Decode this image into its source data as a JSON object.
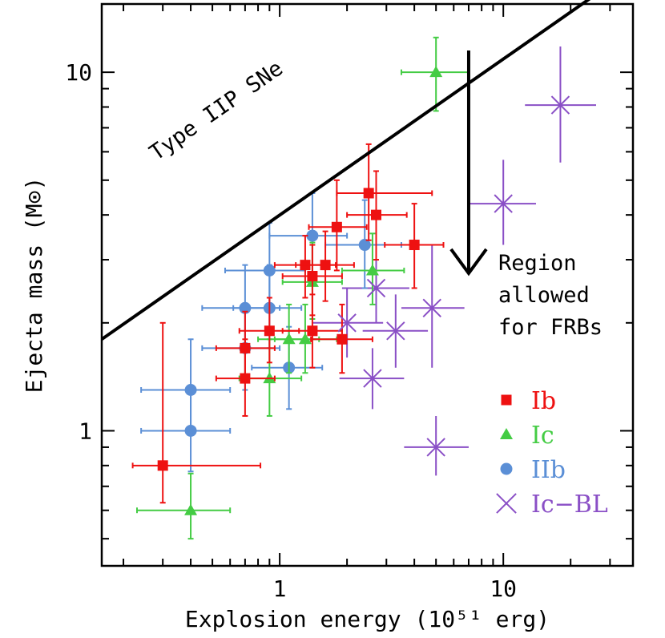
{
  "chart_data": {
    "type": "scatter",
    "xscale": "log",
    "yscale": "log",
    "xlim": [
      0.16,
      38
    ],
    "ylim": [
      0.42,
      15.5
    ],
    "xlabel": "Explosion energy (10⁵¹ erg)",
    "ylabel": "Ejecta mass (M⊙)",
    "x_ticks": [
      1,
      10
    ],
    "x_tick_labels": [
      "1",
      "10"
    ],
    "y_ticks": [
      1,
      10
    ],
    "y_tick_labels": [
      "1",
      "10"
    ],
    "legend": {
      "placement": "lower-right",
      "entries": [
        {
          "label": "Ib",
          "marker": "square",
          "color": "#ee1111"
        },
        {
          "label": "Ic",
          "marker": "triangle",
          "color": "#44cc44"
        },
        {
          "label": "IIb",
          "marker": "circle",
          "color": "#5b8fd6"
        },
        {
          "label": "Ic−BL",
          "marker": "cross",
          "color": "#8a4fc6"
        }
      ]
    },
    "limit_line": {
      "label": "Type IIP SNe",
      "points": [
        [
          0.16,
          1.8
        ],
        [
          26,
          16.5
        ]
      ]
    },
    "arrow": {
      "x": 7,
      "from": 11.5,
      "to": 2.75
    },
    "region_annotation": [
      "Region",
      "allowed",
      "for FRBs"
    ],
    "series": [
      {
        "name": "Ib",
        "marker": "square",
        "color": "#ee1111",
        "points": [
          {
            "x": 0.3,
            "y": 0.8,
            "xerr": [
              0.22,
              0.82
            ],
            "yerr": [
              0.63,
              2.0
            ]
          },
          {
            "x": 0.7,
            "y": 1.4,
            "xerr": [
              0.52,
              0.95
            ],
            "yerr": [
              1.1,
              1.8
            ]
          },
          {
            "x": 0.7,
            "y": 1.7,
            "xerr": [
              0.52,
              0.95
            ],
            "yerr": [
              1.38,
              2.15
            ]
          },
          {
            "x": 0.9,
            "y": 1.9,
            "xerr": [
              0.66,
              1.22
            ],
            "yerr": [
              1.55,
              2.35
            ]
          },
          {
            "x": 1.3,
            "y": 2.9,
            "xerr": [
              0.95,
              1.78
            ],
            "yerr": [
              2.35,
              3.5
            ]
          },
          {
            "x": 1.4,
            "y": 2.7,
            "xerr": [
              1.03,
              1.9
            ],
            "yerr": [
              2.1,
              3.3
            ]
          },
          {
            "x": 1.4,
            "y": 1.9,
            "xerr": [
              1.03,
              1.9
            ],
            "yerr": [
              1.5,
              2.4
            ]
          },
          {
            "x": 1.6,
            "y": 2.9,
            "xerr": [
              1.18,
              2.15
            ],
            "yerr": [
              2.3,
              3.6
            ]
          },
          {
            "x": 1.8,
            "y": 3.7,
            "xerr": [
              1.35,
              2.45
            ],
            "yerr": [
              2.8,
              5.0
            ]
          },
          {
            "x": 1.9,
            "y": 1.8,
            "xerr": [
              1.38,
              2.6
            ],
            "yerr": [
              1.45,
              2.25
            ]
          },
          {
            "x": 2.5,
            "y": 4.6,
            "xerr": [
              1.8,
              4.8
            ],
            "yerr": [
              3.4,
              6.3
            ]
          },
          {
            "x": 2.7,
            "y": 4.0,
            "xerr": [
              2.0,
              3.7
            ],
            "yerr": [
              3.0,
              5.3
            ]
          },
          {
            "x": 4.0,
            "y": 3.3,
            "xerr": [
              2.95,
              5.4
            ],
            "yerr": [
              2.5,
              4.3
            ]
          }
        ]
      },
      {
        "name": "Ic",
        "marker": "triangle",
        "color": "#44cc44",
        "points": [
          {
            "x": 0.4,
            "y": 0.6,
            "xerr": [
              0.23,
              0.6
            ],
            "yerr": [
              0.5,
              0.76
            ]
          },
          {
            "x": 0.9,
            "y": 1.4,
            "xerr": [
              0.66,
              1.25
            ],
            "yerr": [
              1.1,
              1.8
            ]
          },
          {
            "x": 1.1,
            "y": 1.8,
            "xerr": [
              0.8,
              1.5
            ],
            "yerr": [
              1.45,
              2.25
            ]
          },
          {
            "x": 1.3,
            "y": 1.8,
            "xerr": [
              0.95,
              1.8
            ],
            "yerr": [
              1.45,
              2.25
            ]
          },
          {
            "x": 1.4,
            "y": 2.6,
            "xerr": [
              1.03,
              1.9
            ],
            "yerr": [
              2.05,
              3.35
            ]
          },
          {
            "x": 2.6,
            "y": 2.8,
            "xerr": [
              1.9,
              3.6
            ],
            "yerr": [
              2.25,
              3.55
            ]
          },
          {
            "x": 5.0,
            "y": 10.0,
            "xerr": [
              3.5,
              7.0
            ],
            "yerr": [
              7.8,
              12.5
            ]
          }
        ]
      },
      {
        "name": "IIb",
        "marker": "circle",
        "color": "#5b8fd6",
        "points": [
          {
            "x": 0.4,
            "y": 1.3,
            "xerr": [
              0.24,
              0.6
            ],
            "yerr": [
              0.98,
              1.8
            ]
          },
          {
            "x": 0.4,
            "y": 1.0,
            "xerr": [
              0.24,
              0.6
            ],
            "yerr": [
              0.77,
              1.3
            ]
          },
          {
            "x": 0.7,
            "y": 2.2,
            "xerr": [
              0.45,
              1.0
            ],
            "yerr": [
              1.7,
              2.9
            ]
          },
          {
            "x": 0.7,
            "y": 1.7,
            "xerr": [
              0.45,
              1.0
            ],
            "yerr": [
              1.3,
              2.25
            ]
          },
          {
            "x": 0.9,
            "y": 2.8,
            "xerr": [
              0.57,
              1.3
            ],
            "yerr": [
              2.2,
              3.8
            ]
          },
          {
            "x": 0.9,
            "y": 2.2,
            "xerr": [
              0.62,
              1.25
            ],
            "yerr": [
              1.7,
              2.9
            ]
          },
          {
            "x": 1.1,
            "y": 1.5,
            "xerr": [
              0.75,
              1.55
            ],
            "yerr": [
              1.15,
              1.95
            ]
          },
          {
            "x": 1.4,
            "y": 3.5,
            "xerr": [
              0.9,
              2.0
            ],
            "yerr": [
              2.7,
              4.6
            ]
          },
          {
            "x": 2.4,
            "y": 3.3,
            "xerr": [
              1.6,
              3.5
            ],
            "yerr": [
              2.5,
              4.4
            ]
          }
        ]
      },
      {
        "name": "Ic−BL",
        "marker": "cross",
        "color": "#8a4fc6",
        "points": [
          {
            "x": 2.0,
            "y": 2.0,
            "xerr": [
              1.4,
              2.9
            ],
            "yerr": [
              1.6,
              2.5
            ]
          },
          {
            "x": 2.6,
            "y": 1.4,
            "xerr": [
              1.85,
              3.6
            ],
            "yerr": [
              1.15,
              1.7
            ]
          },
          {
            "x": 2.7,
            "y": 2.5,
            "xerr": [
              1.9,
              3.8
            ],
            "yerr": [
              2.0,
              3.1
            ]
          },
          {
            "x": 3.3,
            "y": 1.9,
            "xerr": [
              2.35,
              4.6
            ],
            "yerr": [
              1.5,
              2.4
            ]
          },
          {
            "x": 4.8,
            "y": 2.2,
            "xerr": [
              3.5,
              6.7
            ],
            "yerr": [
              1.5,
              3.3
            ]
          },
          {
            "x": 5.0,
            "y": 0.9,
            "xerr": [
              3.6,
              7.0
            ],
            "yerr": [
              0.75,
              1.1
            ]
          },
          {
            "x": 10.0,
            "y": 4.3,
            "xerr": [
              7.0,
              14.0
            ],
            "yerr": [
              3.3,
              5.7
            ]
          },
          {
            "x": 18.0,
            "y": 8.1,
            "xerr": [
              12.5,
              26.0
            ],
            "yerr": [
              5.6,
              11.8
            ]
          }
        ]
      }
    ]
  }
}
